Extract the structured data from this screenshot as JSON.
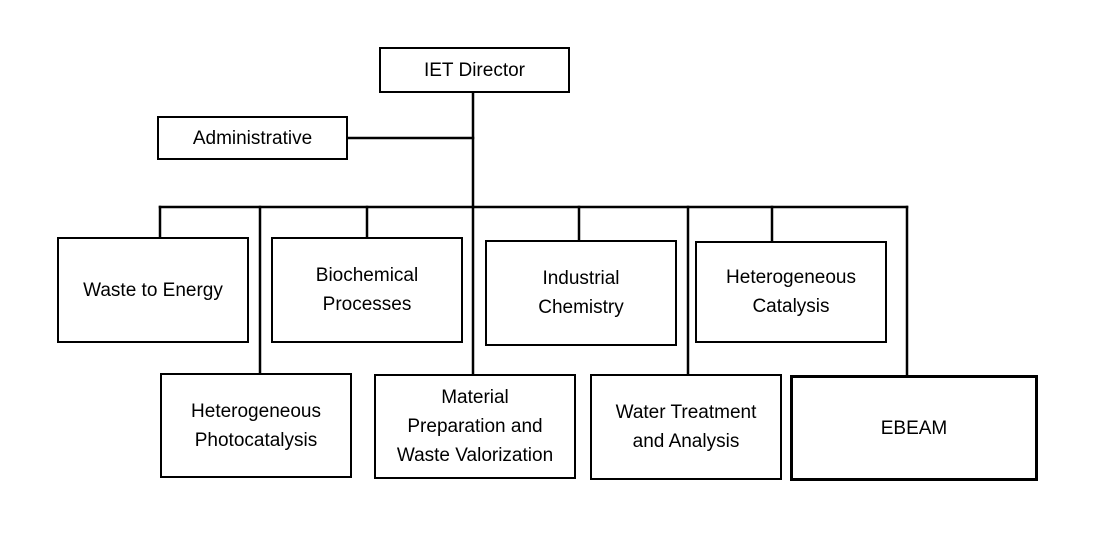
{
  "director": "IET Director",
  "administrative": "Administrative",
  "units": [
    "Waste to Energy",
    "Biochemical\nProcesses",
    "Industrial\nChemistry",
    "Heterogeneous\nCatalysis",
    "Heterogeneous\nPhotocatalysis",
    "Material\nPreparation and\nWaste Valorization",
    "Water Treatment\nand Analysis",
    "EBEAM"
  ]
}
